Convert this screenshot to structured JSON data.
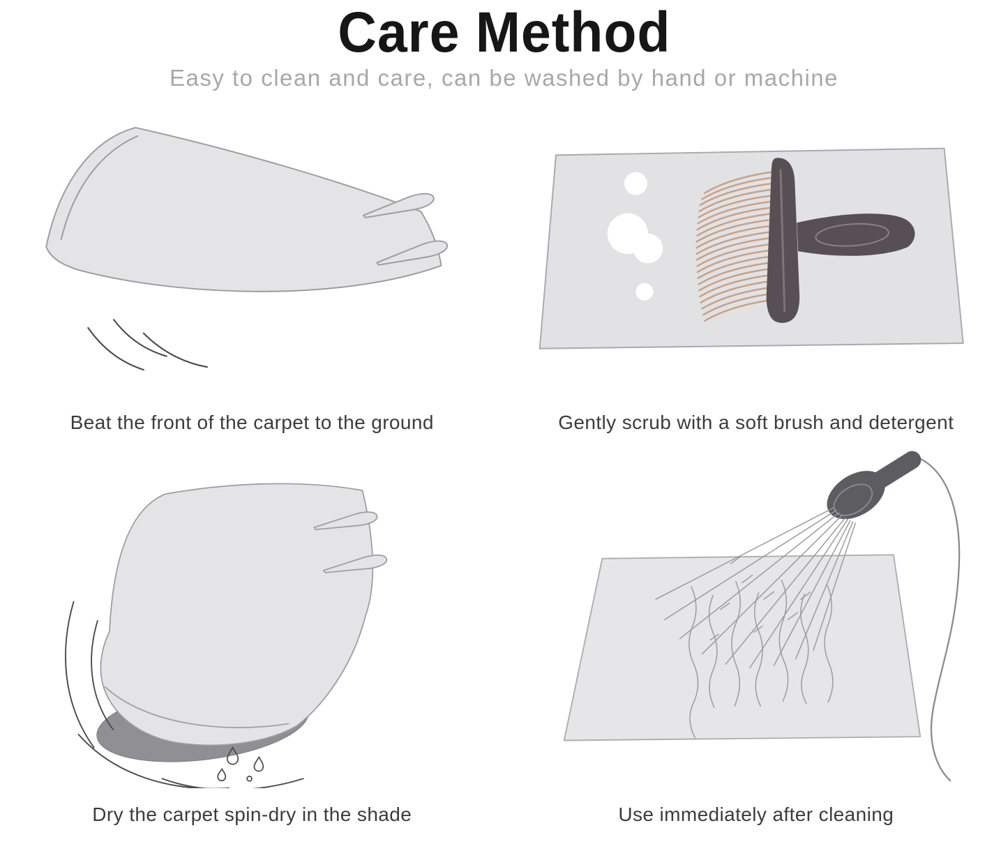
{
  "header": {
    "title": "Care Method",
    "subtitle": "Easy to clean and care, can be washed by hand or machine"
  },
  "steps": [
    {
      "id": "beat",
      "caption": "Beat the front of the carpet to the ground"
    },
    {
      "id": "scrub",
      "caption": "Gently scrub with a soft brush and detergent"
    },
    {
      "id": "dry",
      "caption": "Dry the carpet spin-dry in the shade"
    },
    {
      "id": "use",
      "caption": "Use immediately after cleaning"
    }
  ],
  "colors": {
    "title_black": "#161616",
    "subtitle_gray": "#a8a8a8",
    "caption_gray": "#3c3c3c",
    "carpet_fill": "#e4e4e7",
    "carpet_stroke": "#9b9ba1",
    "brush_dark": "#584f54",
    "bristle_tan": "#c7a287",
    "roll_underside_gray": "#8f8f94",
    "motion_line_gray": "#4a4a4a",
    "spray_line_gray": "#9a9a9a"
  }
}
